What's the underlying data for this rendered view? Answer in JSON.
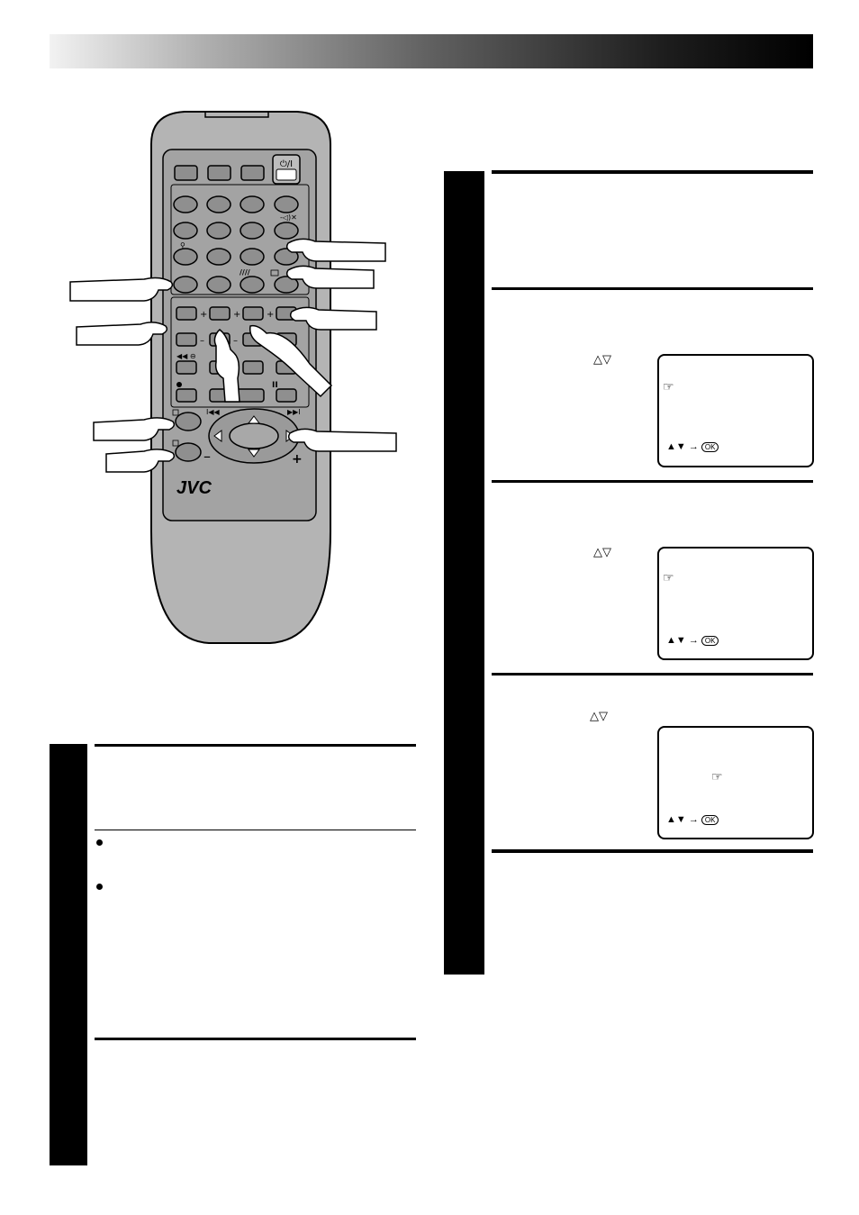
{
  "header": {},
  "remote": {
    "brand": "JVC",
    "power_label": "⏻/I",
    "minus_label": "–",
    "plus_label": "+"
  },
  "right_column": {
    "steps": [
      {
        "updown_symbol": "△▽",
        "screen": {
          "nav_hint": "▲▼ → ",
          "ok_label": "OK"
        }
      },
      {
        "updown_symbol": "△▽",
        "screen": {
          "nav_hint": "▲▼ → ",
          "ok_label": "OK"
        }
      },
      {
        "updown_symbol": "△▽",
        "screen": {
          "nav_hint": "▲▼ → ",
          "ok_label": "OK"
        }
      }
    ]
  },
  "colors": {
    "ink": "#000000",
    "remote_body": "#b4b4b4",
    "remote_panel": "#9a9a9a",
    "paper": "#ffffff"
  }
}
